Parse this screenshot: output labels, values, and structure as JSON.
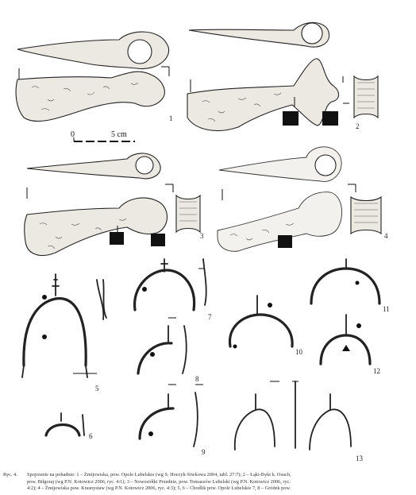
{
  "figure": {
    "item_numbers": [
      "1",
      "2",
      "3",
      "4",
      "5",
      "6",
      "7",
      "8",
      "9",
      "10",
      "11",
      "12",
      "13"
    ],
    "scale_bar": {
      "start_label": "0",
      "end_label": "5 cm"
    }
  },
  "caption": {
    "label": "Ryc. 4.",
    "lines": [
      "Spojrzenie na pohadnie: 1 – Żmijowiska, pow. Opole Lubelskie (wg S. Hoczyk-Siwkowa 2004, tabl. 27:7); 2 – Łąki-Bykt k. Osuch,",
      "pow. Biłgoraj (wg P.N. Kotowicz 2006, ryc. 4:1); 3 – Nowosiółki Przednie, pow. Tomaszów Lubelski (wg P.N. Kotowicz 2006, ryc.",
      "4:2); 4 – Żmijowiska pow. Krasnystaw (wg P.N. Kotowicz 2006, ryc. 4:3); 5, 6 – Chodlik pow. Opole Lubelskie 7, 8 – Gródek pow."
    ]
  }
}
